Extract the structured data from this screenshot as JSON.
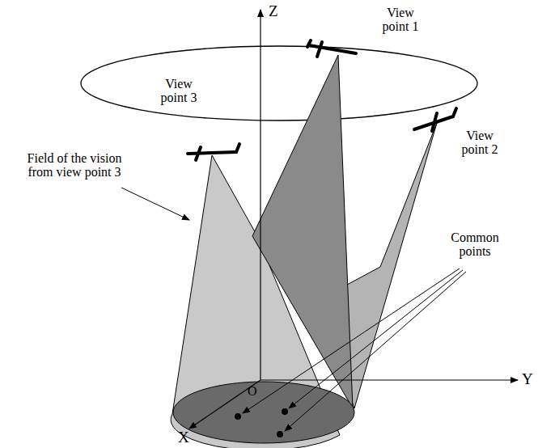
{
  "diagram": {
    "labels": [
      "Z",
      "View point 1",
      "View point 2",
      "View point 3",
      "Field of the vision from view point 3",
      "Common points",
      "Y",
      "O",
      "X"
    ]
  }
}
